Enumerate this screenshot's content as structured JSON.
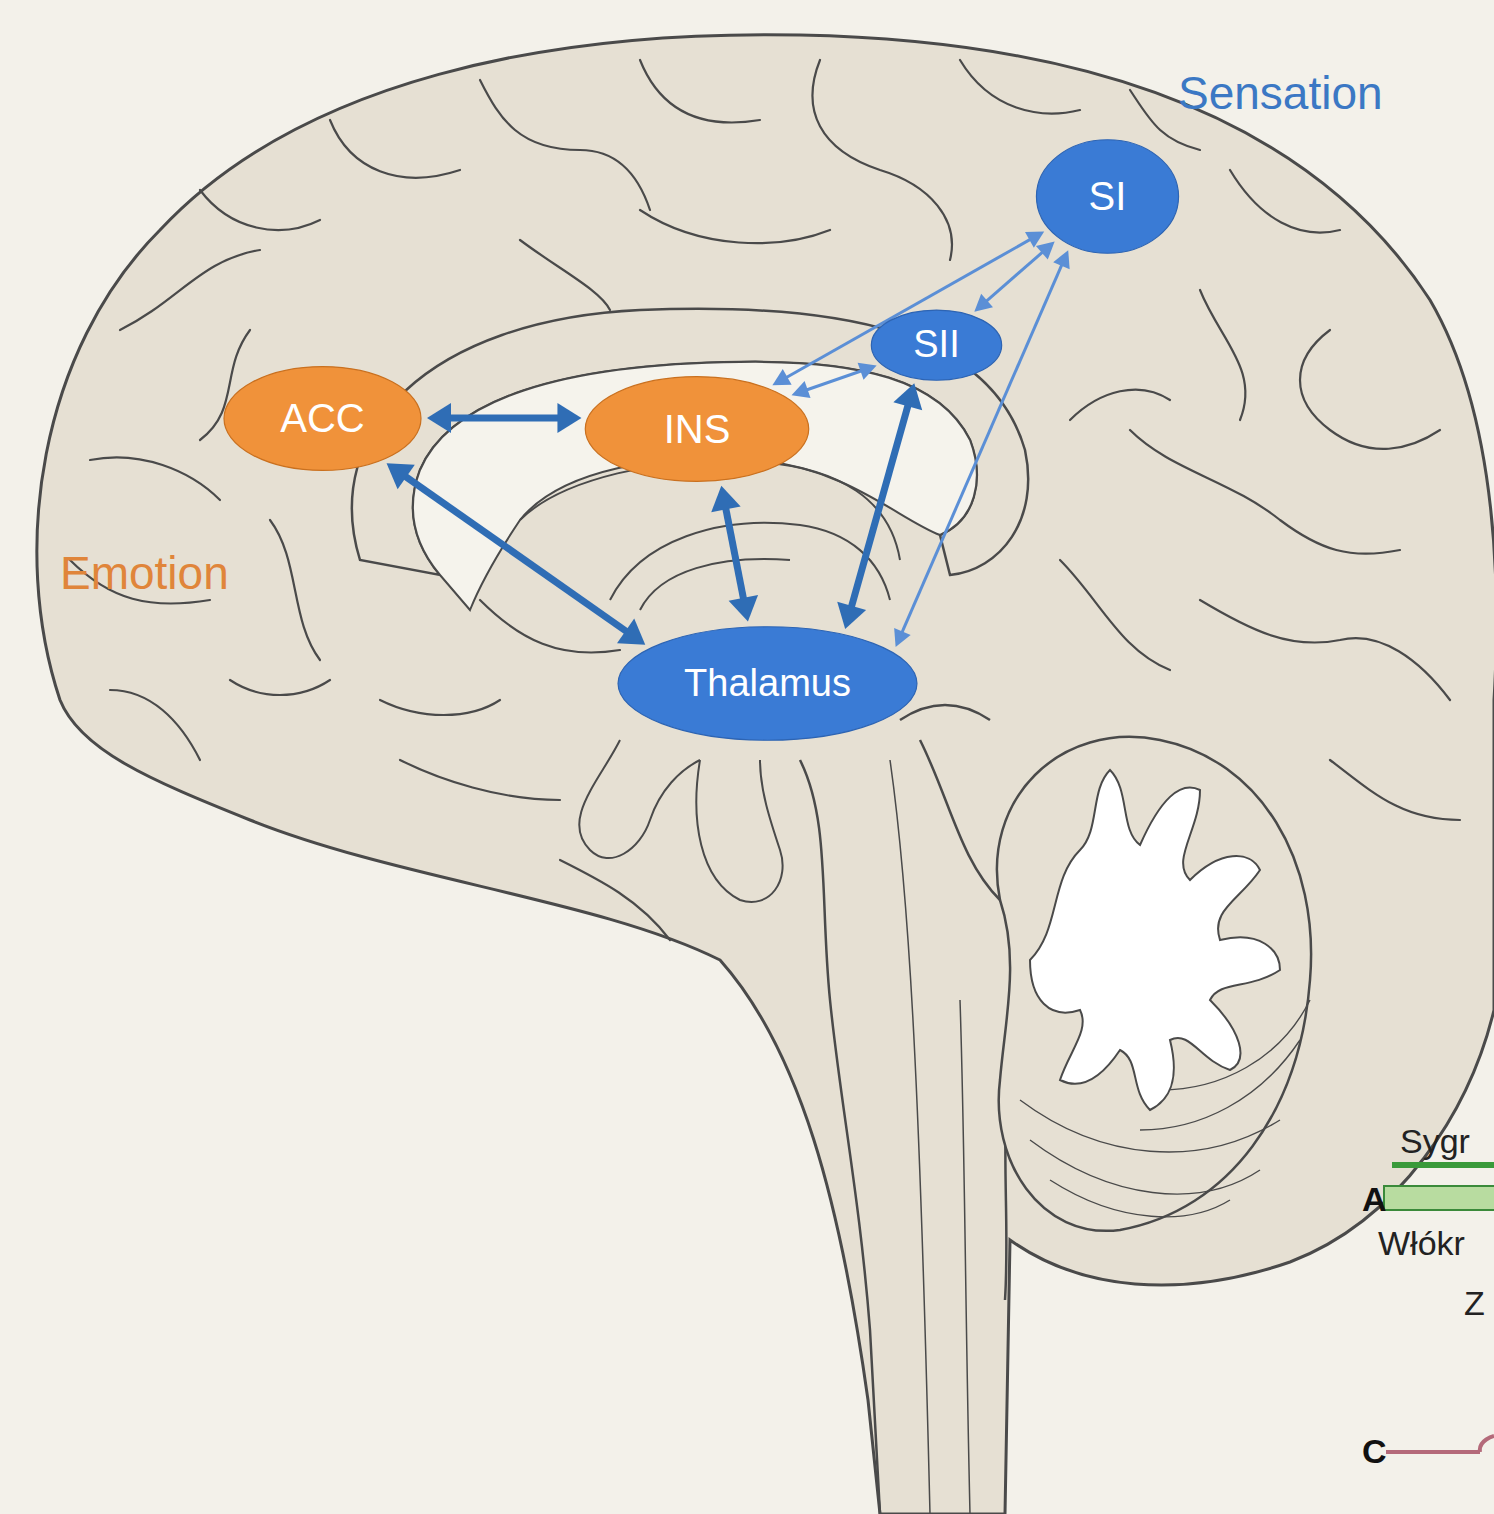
{
  "diagram": {
    "nodes": [
      {
        "text": [
          "SI"
        ]
      },
      {
        "text": [
          "SII"
        ]
      },
      {
        "text": [
          "ACC"
        ]
      },
      {
        "text": [
          "INS"
        ]
      },
      {
        "text": [
          "Thalamus"
        ]
      }
    ],
    "edges": [
      {
        "from": 2,
        "to": 3,
        "arrow": "both"
      },
      {
        "from": 2,
        "to": 4,
        "arrow": "both"
      },
      {
        "from": 3,
        "to": 4,
        "arrow": "both"
      },
      {
        "from": 1,
        "to": 4,
        "arrow": "both"
      },
      {
        "from": 3,
        "to": 1,
        "arrow": "both"
      },
      {
        "from": 0,
        "to": 3,
        "arrow": "both"
      },
      {
        "from": 0,
        "to": 1,
        "arrow": "both"
      },
      {
        "from": 0,
        "to": 4,
        "arrow": "both"
      }
    ],
    "labels": [
      "Sensation",
      "Emotion",
      "Sygr",
      "A",
      "Włókr",
      "Z",
      "C"
    ]
  }
}
